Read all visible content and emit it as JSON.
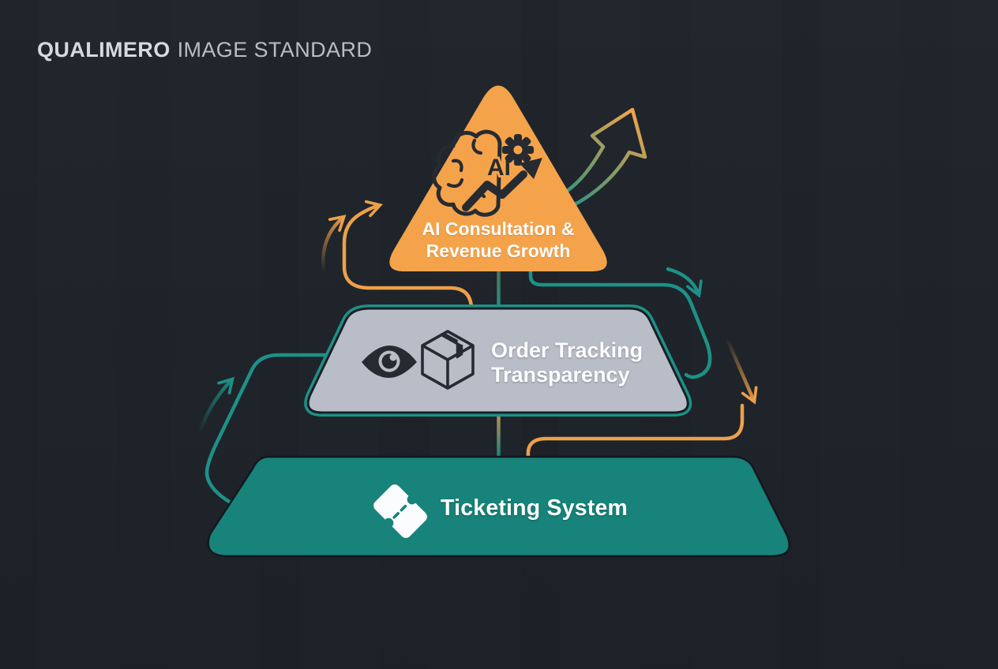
{
  "header": {
    "brand": "QUALIMERO",
    "tagline": "IMAGE STANDARD"
  },
  "diagram": {
    "type": "pyramid-infographic",
    "top_tier": {
      "shape": "triangle",
      "line1": "AI Consultation &",
      "line2": "Revenue Growth",
      "icon_text": "AI",
      "icons": [
        "brain-icon",
        "gear-icon",
        "growth-arrow-icon"
      ]
    },
    "middle_tier": {
      "shape": "trapezoid",
      "line1": "Order Tracking",
      "line2": "Transparency",
      "icons": [
        "eye-icon",
        "package-icon"
      ]
    },
    "bottom_tier": {
      "shape": "trapezoid",
      "label": "Ticketing System",
      "icons": [
        "ticket-icon"
      ]
    },
    "connectors": [
      "center-line-top",
      "center-line-bottom",
      "left-loop-line",
      "left-teal-arrow",
      "left-orange-arrow-small",
      "left-orange-curve-arrow",
      "top-right-outline-arrow",
      "right-teal-wrap-line",
      "right-teal-arrow",
      "right-orange-arrow",
      "bottom-orange-hook-line"
    ]
  },
  "colors": {
    "background": "#20242b",
    "orange": "#f4a34b",
    "orange_line": "#eda04b",
    "teal_fill": "#17837a",
    "teal_line": "#1d9187",
    "gray_fill": "#b9bdc7",
    "ink": "#272b31",
    "header_text": "#c9cdd4",
    "label_text": "#ffffff"
  }
}
